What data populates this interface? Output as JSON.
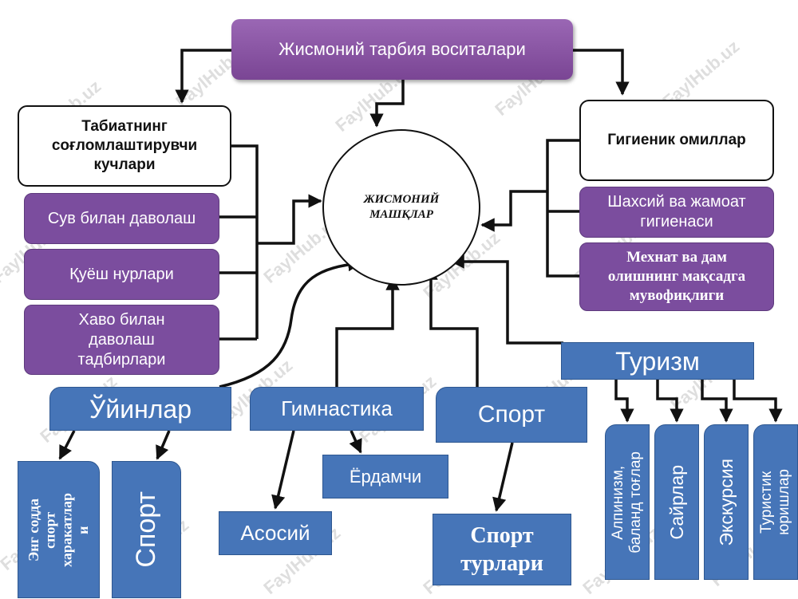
{
  "top": "Жисмоний тарбия воситалари",
  "center": [
    "ЖИСМОНИЙ",
    "МАШҚЛАР"
  ],
  "nature": {
    "title": [
      "Табиатнинг",
      "соғломлаштирувчи",
      "кучлари"
    ],
    "items": [
      "Сув билан даволаш",
      "Қуёш нурлари",
      [
        "Хаво билан",
        "даволаш",
        "тадбирлари"
      ]
    ]
  },
  "hygiene": {
    "title": "Гигиеник омиллар",
    "items": [
      [
        "Шахсий ва жамоат",
        "гигиенаси"
      ],
      [
        "Мехнат ва дам",
        "олишнинг мақсадга",
        "мувофиқлиги"
      ]
    ]
  },
  "games": {
    "title": "Ўйинлар",
    "children": [
      [
        "Энг содда",
        "спорт",
        "харакатлар",
        "и"
      ],
      "Спорт"
    ]
  },
  "gymnastics": {
    "title": "Гимнастика",
    "children": [
      "Асосий",
      "Ёрдамчи"
    ]
  },
  "sport": {
    "title": "Спорт",
    "children": [
      [
        "Спорт",
        "турлари"
      ]
    ]
  },
  "tourism": {
    "title": "Туризм",
    "children": [
      [
        "Алпинизм,",
        "баланд тоғлар"
      ],
      "Сайрлар",
      "Экскурсия",
      [
        "Туристик",
        "юришлар"
      ]
    ]
  },
  "watermark": "FaylHub.uz",
  "colors": {
    "purple": "#7b4d9e",
    "blue": "#4675b8",
    "line": "#111111"
  }
}
